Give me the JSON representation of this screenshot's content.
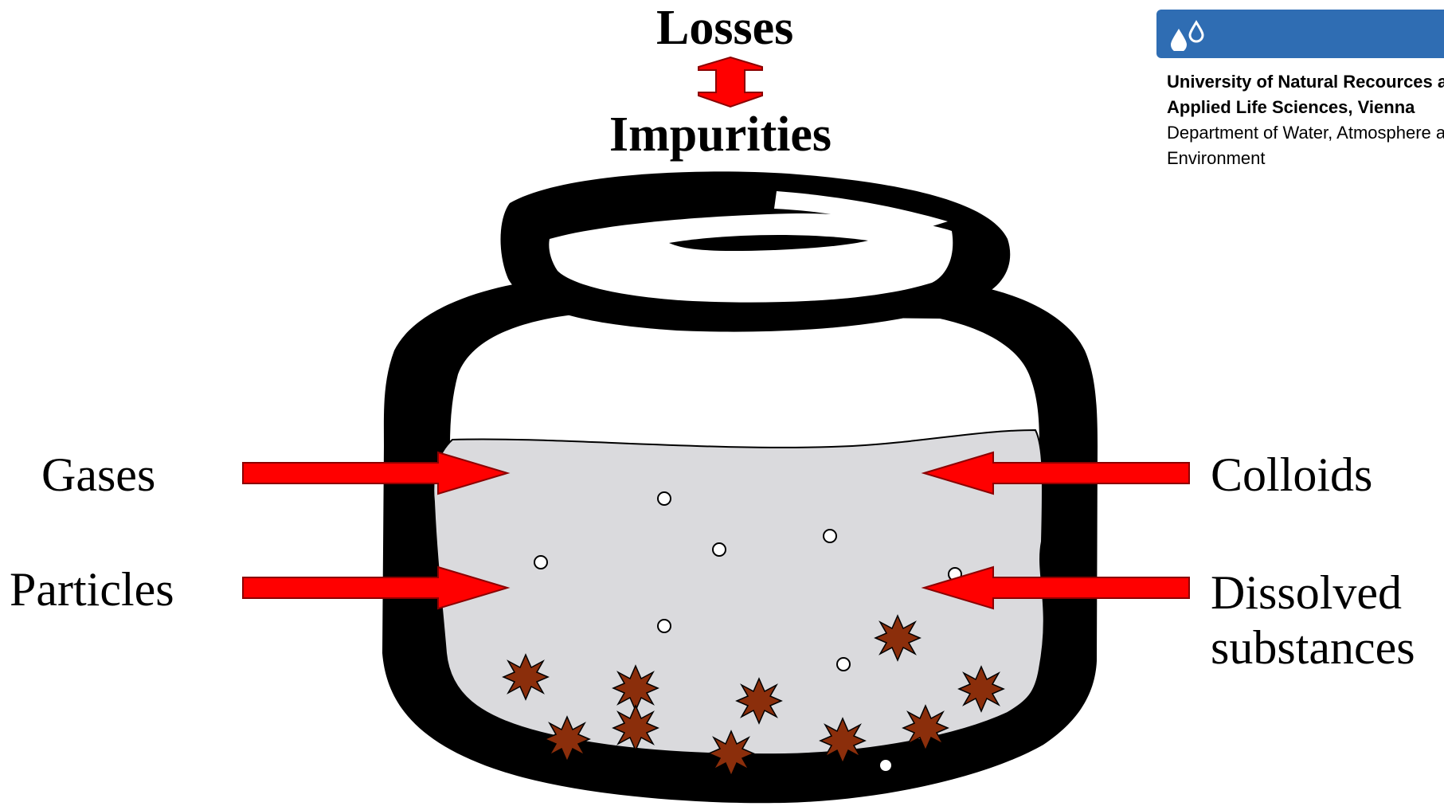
{
  "title": {
    "top": "Losses",
    "bottom": "Impurities"
  },
  "inputs_left": [
    {
      "label": "Gases"
    },
    {
      "label": "Particles"
    }
  ],
  "inputs_right": [
    {
      "label": "Colloids"
    },
    {
      "label": "Dissolved substances",
      "line1": "Dissolved",
      "line2": "substances"
    }
  ],
  "institution": {
    "name_line1": "University of Natural Recources a",
    "name_line2": "Applied Life Sciences, Vienna",
    "dept_line1": "Department of Water, Atmosphere a",
    "dept_line2": "Environment"
  },
  "colors": {
    "arrow": "#ff0000",
    "liquid": "#dadadd",
    "jar_outline": "#000000",
    "particle": "#8b2e0b",
    "logo_blue": "#2f6db3"
  }
}
